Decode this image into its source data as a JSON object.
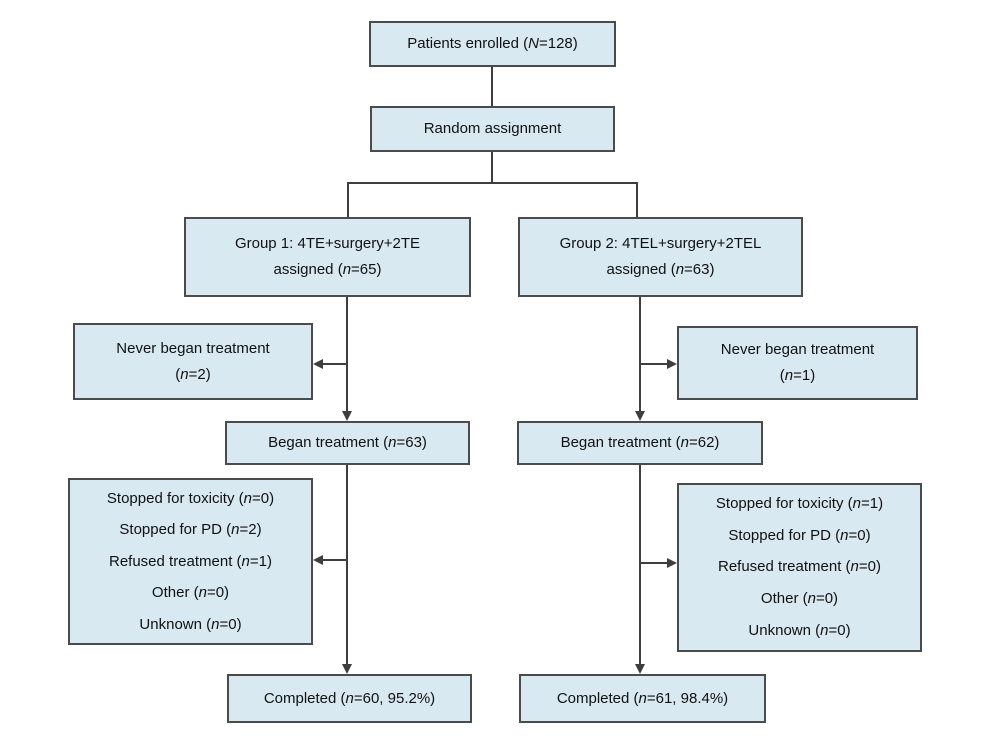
{
  "palette": {
    "background": "#ffffff",
    "box_fill": "#d9e9f1",
    "box_border": "#4b4b4b",
    "connector": "#3e3e3e",
    "text": "#111111"
  },
  "nodes": {
    "patients": {
      "pre": "Patients enrolled (",
      "var": "N",
      "post": "=128)"
    },
    "random": {
      "text": "Random assignment"
    },
    "group1_line1": {
      "text": "Group 1: 4TE+surgery+2TE"
    },
    "group1_line2": {
      "pre": "assigned (",
      "var": "n",
      "post": "=65)"
    },
    "group2_line1": {
      "text": "Group 2: 4TEL+surgery+2TEL"
    },
    "group2_line2": {
      "pre": "assigned (",
      "var": "n",
      "post": "=63)"
    },
    "never1_line1": {
      "text": "Never began treatment"
    },
    "never1_line2": {
      "pre": "(",
      "var": "n",
      "post": "=2)"
    },
    "never2_line1": {
      "text": "Never began treatment"
    },
    "never2_line2": {
      "pre": "(",
      "var": "n",
      "post": "=1)"
    },
    "began1": {
      "pre": "Began treatment (",
      "var": "n",
      "post": "=63)"
    },
    "began2": {
      "pre": "Began treatment (",
      "var": "n",
      "post": "=62)"
    },
    "stopped1": [
      {
        "pre": "Stopped for toxicity (",
        "var": "n",
        "post": "=0)"
      },
      {
        "pre": "Stopped for PD (",
        "var": "n",
        "post": "=2)"
      },
      {
        "pre": "Refused treatment (",
        "var": "n",
        "post": "=1)"
      },
      {
        "pre": "Other (",
        "var": "n",
        "post": "=0)"
      },
      {
        "pre": "Unknown (",
        "var": "n",
        "post": "=0)"
      }
    ],
    "stopped2": [
      {
        "pre": "Stopped for toxicity (",
        "var": "n",
        "post": "=1)"
      },
      {
        "pre": "Stopped for PD (",
        "var": "n",
        "post": "=0)"
      },
      {
        "pre": "Refused treatment (",
        "var": "n",
        "post": "=0)"
      },
      {
        "pre": "Other (",
        "var": "n",
        "post": "=0)"
      },
      {
        "pre": "Unknown (",
        "var": "n",
        "post": "=0)"
      }
    ],
    "completed1": {
      "pre": "Completed (",
      "var": "n",
      "post": "=60, 95.2%)"
    },
    "completed2": {
      "pre": "Completed (",
      "var": "n",
      "post": "=61, 98.4%)"
    }
  }
}
